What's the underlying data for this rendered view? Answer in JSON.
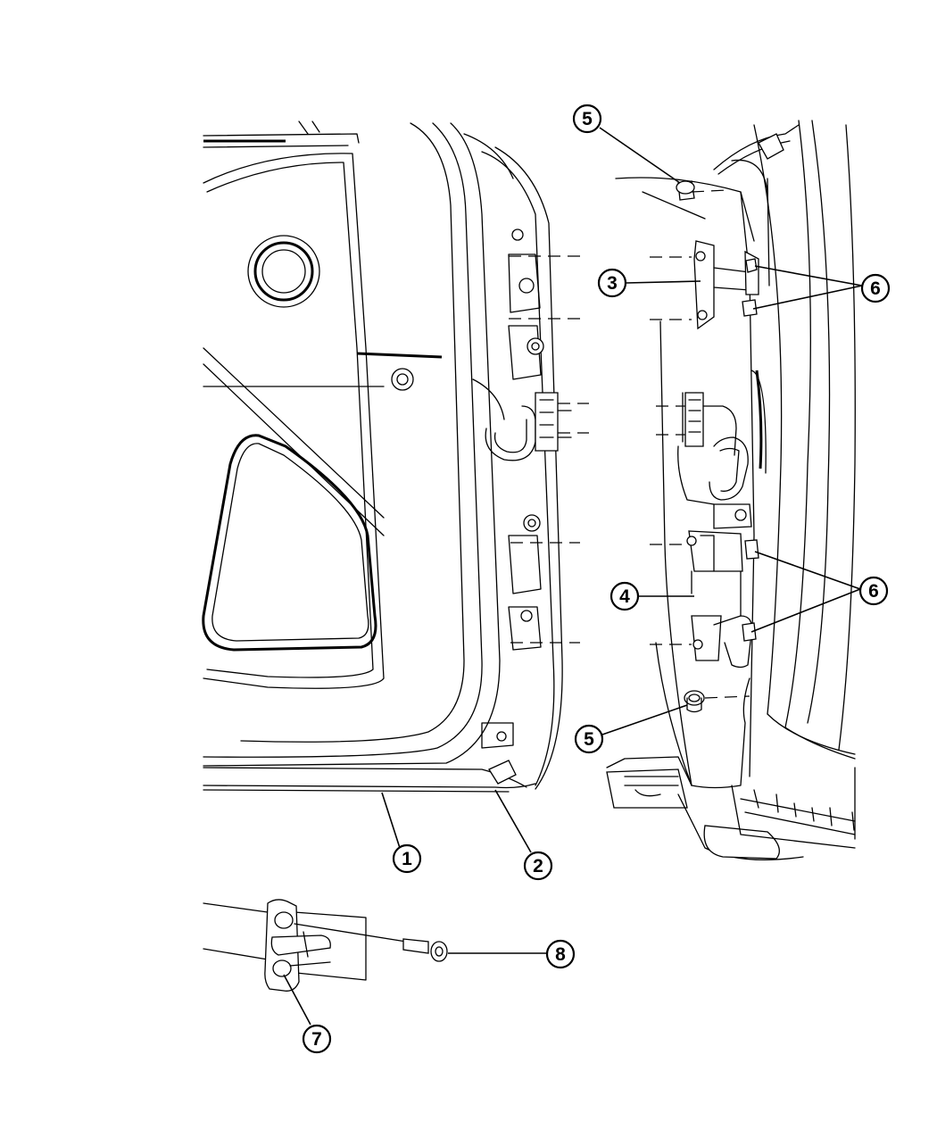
{
  "callouts": [
    {
      "id": "c1",
      "label": "1"
    },
    {
      "id": "c2",
      "label": "2"
    },
    {
      "id": "c3",
      "label": "3"
    },
    {
      "id": "c4",
      "label": "4"
    },
    {
      "id": "c5a",
      "label": "5"
    },
    {
      "id": "c5b",
      "label": "5"
    },
    {
      "id": "c6a",
      "label": "6"
    },
    {
      "id": "c6b",
      "label": "6"
    },
    {
      "id": "c7",
      "label": "7"
    },
    {
      "id": "c8",
      "label": "8"
    }
  ]
}
